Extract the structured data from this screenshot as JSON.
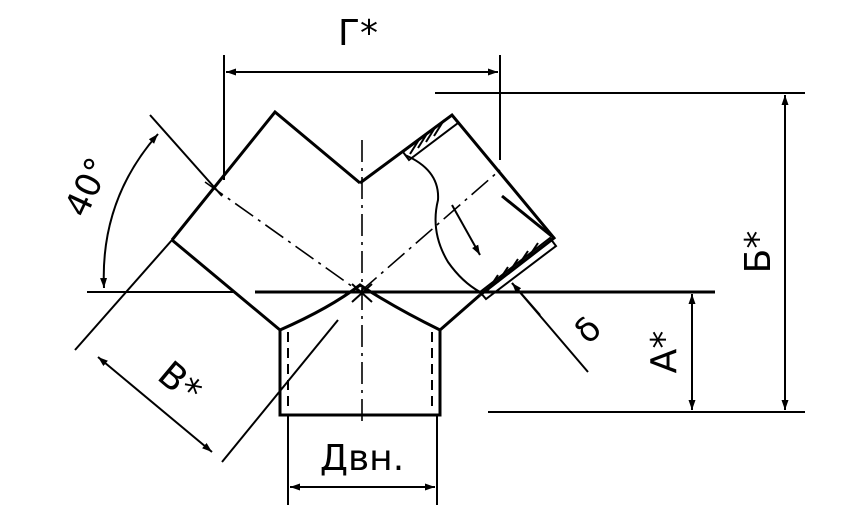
{
  "drawing": {
    "labels": {
      "dim_g": "Г*",
      "dim_b_side": "Б*",
      "dim_a": "А*",
      "dim_v": "В*",
      "dim_d_inner": "Двн.",
      "angle": "40°",
      "thickness": "δ"
    },
    "colors": {
      "line": "#000000",
      "background": "#ffffff"
    }
  }
}
